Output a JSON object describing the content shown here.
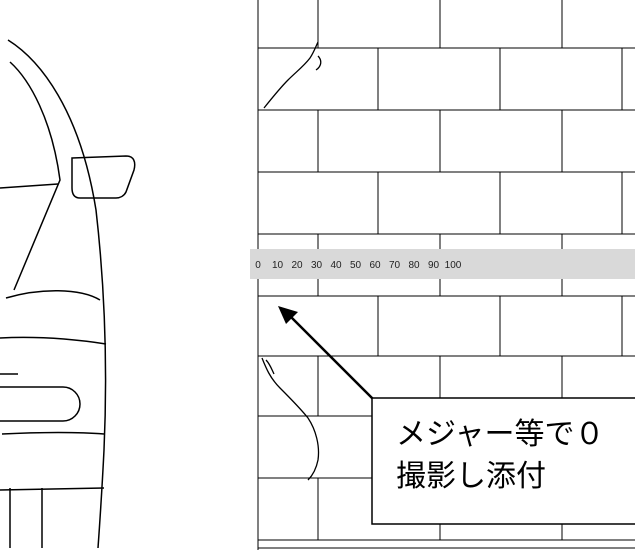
{
  "ruler": {
    "tick_labels": [
      "0",
      "10",
      "20",
      "30",
      "40",
      "50",
      "60",
      "70",
      "80",
      "90",
      "100"
    ],
    "fill_color": "#d9d9d9"
  },
  "callout": {
    "line1": "メジャー等で０",
    "line2": "撮影し添付"
  },
  "colors": {
    "stroke": "#000000",
    "background": "#ffffff"
  }
}
